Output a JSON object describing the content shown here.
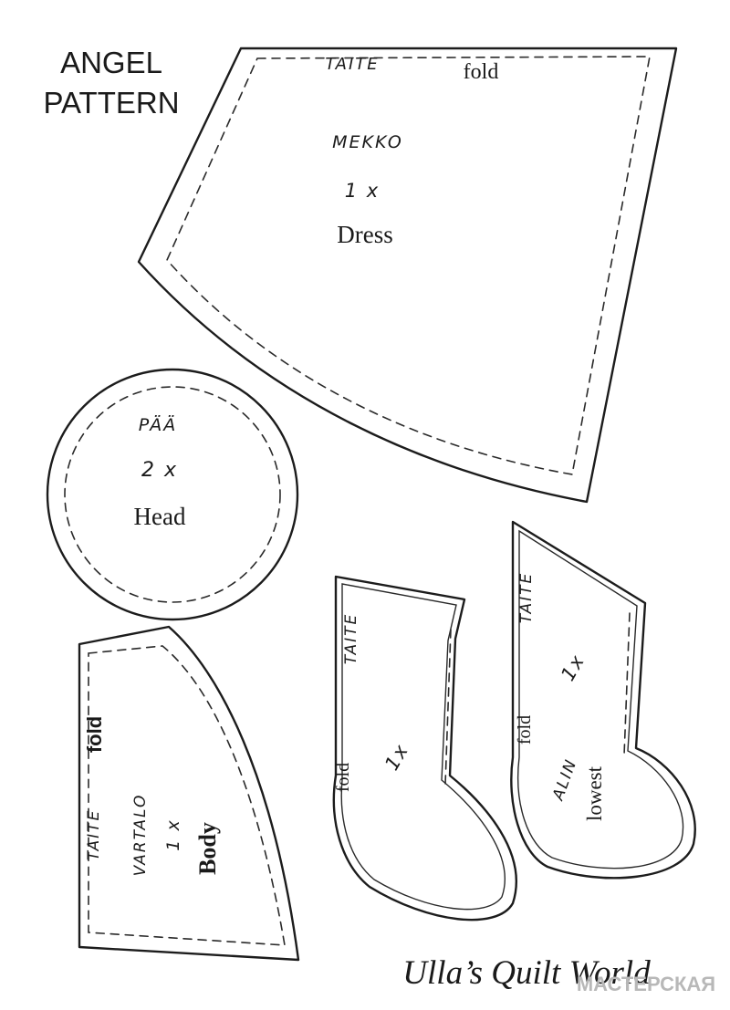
{
  "header": {
    "title_line1": "ANGEL",
    "title_line2": "PATTERN"
  },
  "pieces": {
    "dress": {
      "fold_fi": "TAITE",
      "fold_en": "fold",
      "name_fi": "MEKKO",
      "count": "1 x",
      "name_en": "Dress"
    },
    "head": {
      "name_fi": "PÄÄ",
      "count": "2 x",
      "name_en": "Head"
    },
    "body": {
      "fold_fi": "TAITE",
      "fold_en": "fold",
      "name_fi": "VARTALO",
      "count": "1 x",
      "name_en": "Body"
    },
    "leg_upper": {
      "fold_fi": "TAITE",
      "fold_en": "fold",
      "count": "1x"
    },
    "leg_lowest": {
      "fold_fi": "TAITE",
      "fold_en": "fold",
      "count": "1x",
      "name_fi": "ALIN",
      "name_en": "lowest"
    }
  },
  "footer": {
    "credit": "Ulla’s Quilt World",
    "watermark": "МАСТЕРСКАЯ"
  }
}
